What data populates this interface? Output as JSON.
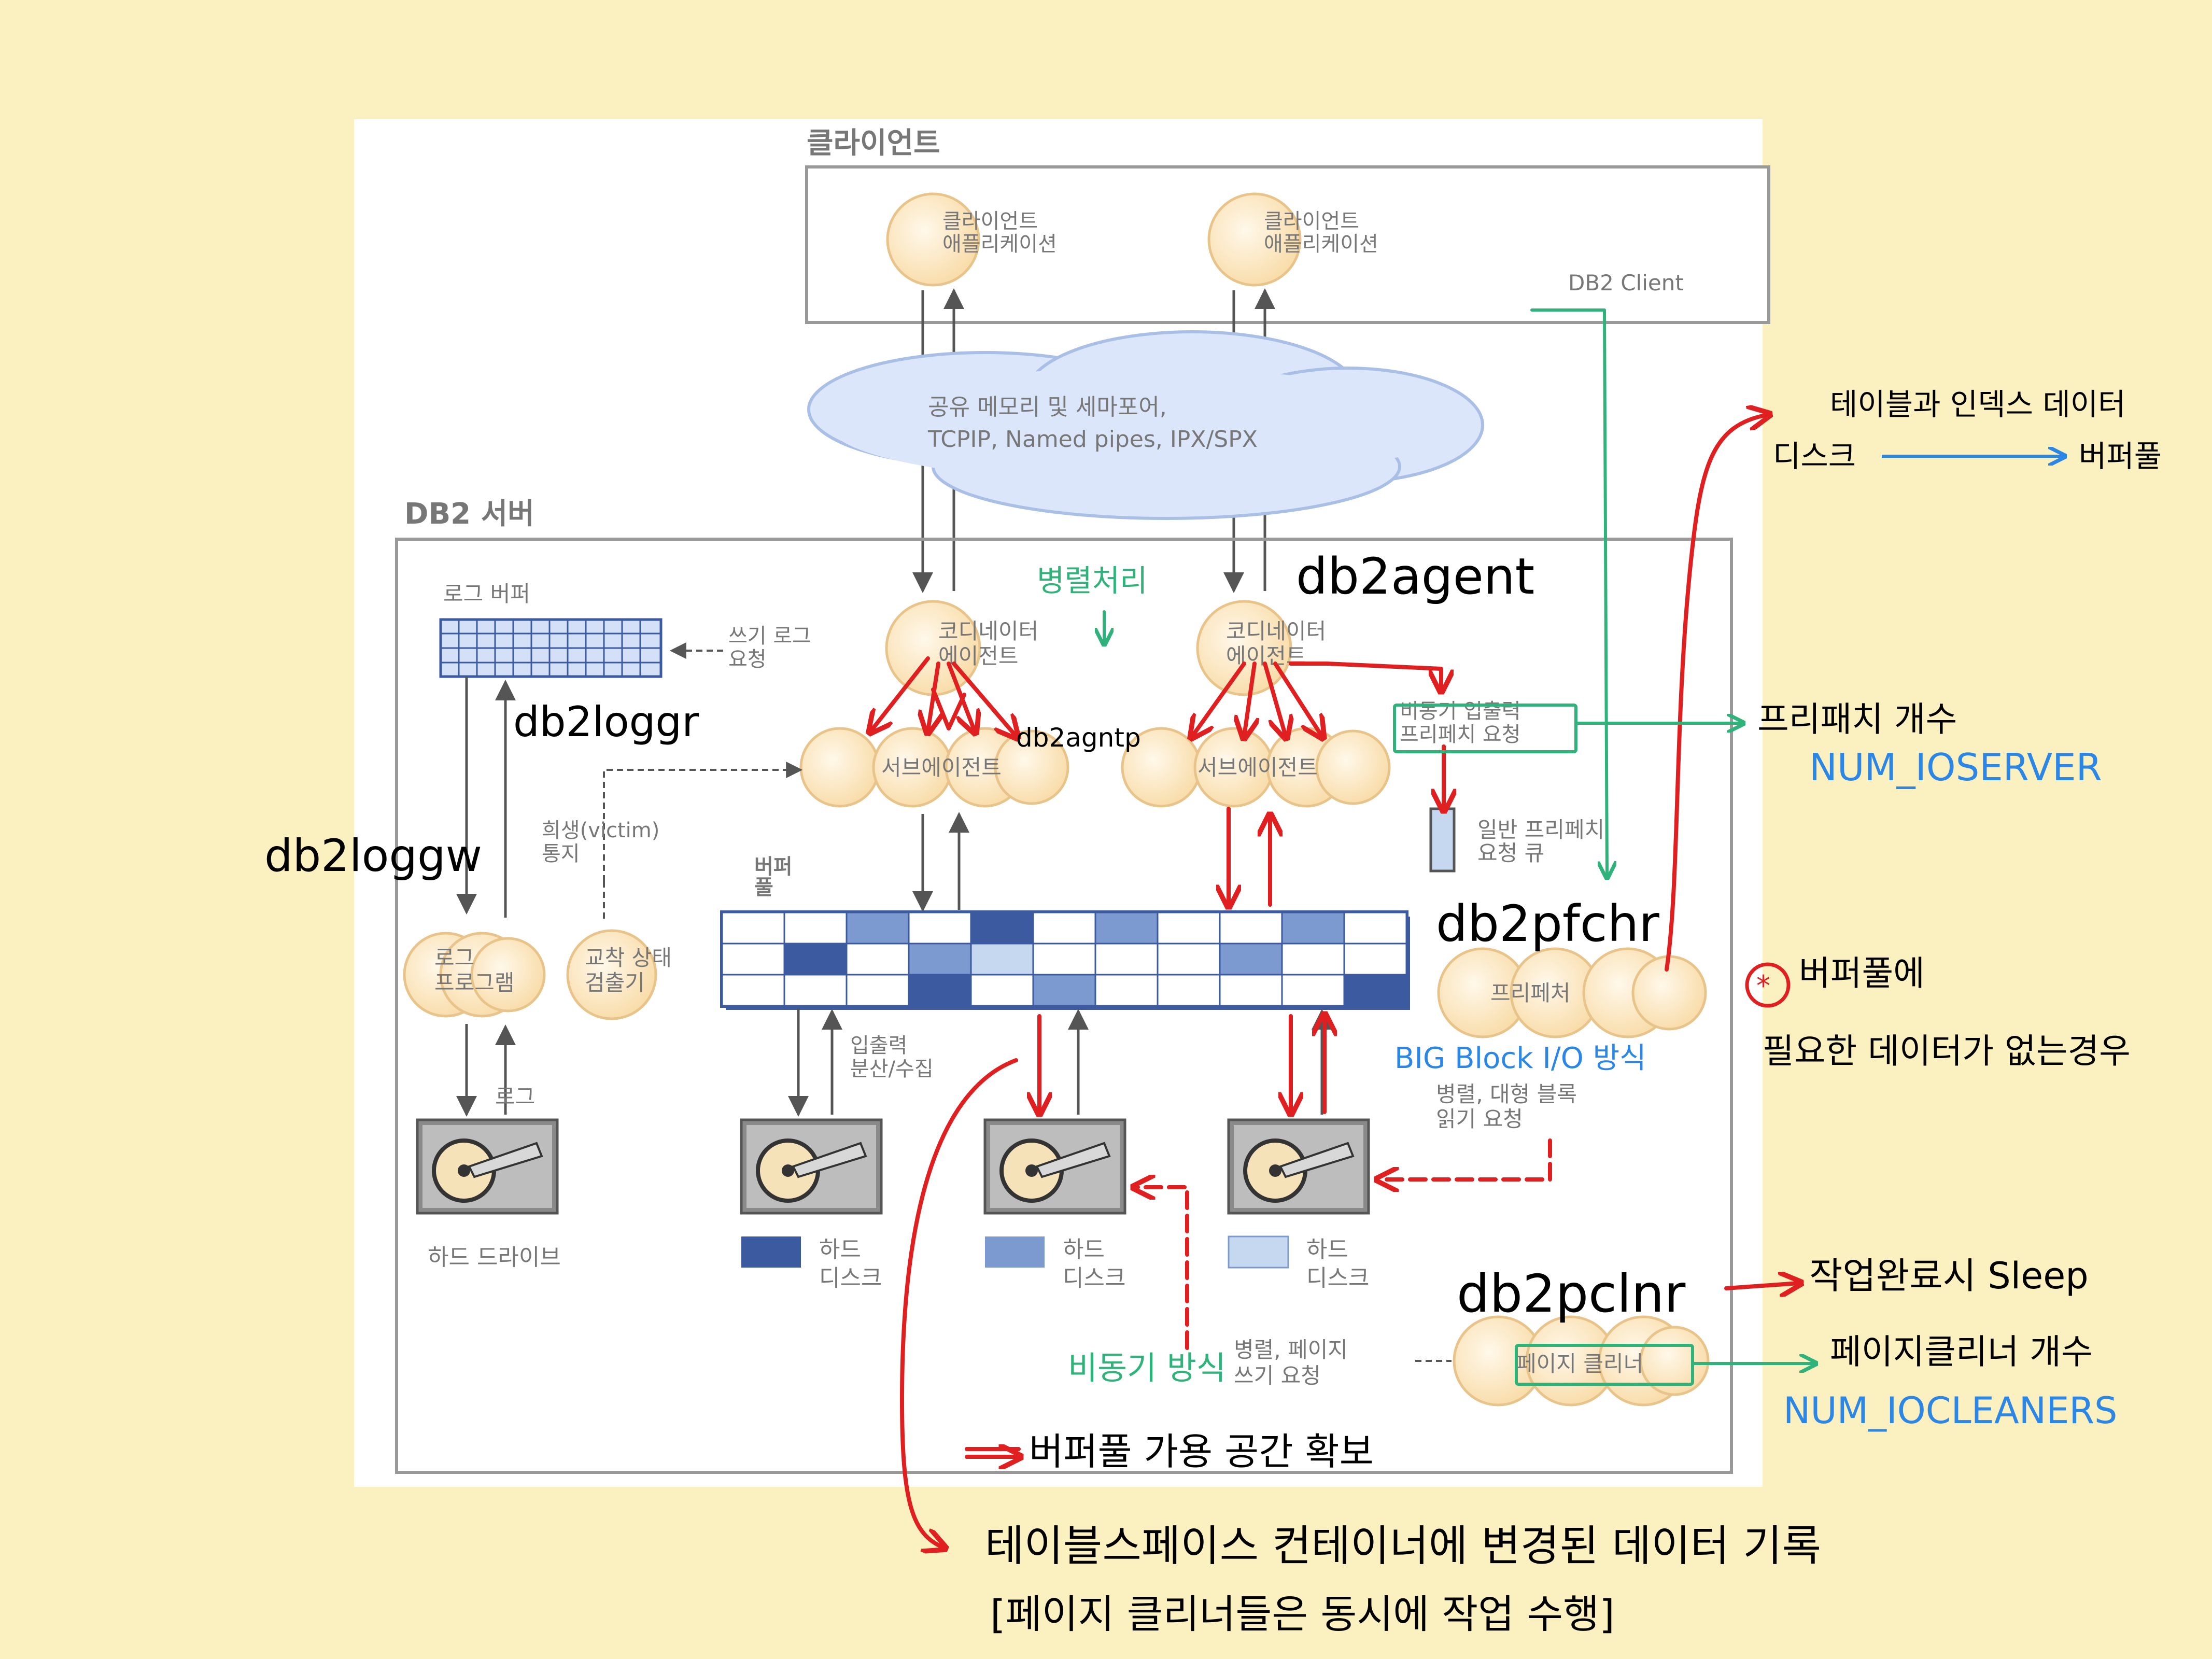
{
  "client": {
    "title": "클라이언트",
    "app_label_1": [
      "클라이언트",
      "애플리케이션"
    ],
    "app_label_2": [
      "클라이언트",
      "애플리케이션"
    ],
    "db2_client": "DB2 Client"
  },
  "cloud": {
    "line1": "공유 메모리 및 세마포어,",
    "line2": "TCPIP, Named pipes, IPX/SPX"
  },
  "server": {
    "title": "DB2 서버",
    "log_buffer": "로그 버퍼",
    "write_log_request": [
      "쓰기 로그",
      "요청"
    ],
    "coord_agent_1": [
      "코디네이터",
      "에이전트"
    ],
    "coord_agent_2": [
      "코디네이터",
      "에이전트"
    ],
    "sub_agent_1": "서브에이전트",
    "sub_agent_2": "서브에이전트",
    "async_prefetch": [
      "비동기 입출력",
      "프리페치 요청"
    ],
    "general_prefetch_queue": [
      "일반 프리페치",
      "요청 큐"
    ],
    "victim_notify": [
      "희생(victim)",
      "통지"
    ],
    "buffer_pool": [
      "버퍼",
      "풀"
    ],
    "log_program": [
      "로그",
      "프로그램"
    ],
    "deadlock_detector": [
      "교착 상태",
      "검출기"
    ],
    "prefetcher": "프리페처",
    "io_scatter": [
      "입출력",
      "분산/수집"
    ],
    "log": "로그",
    "hard_drive": "하드 드라이브",
    "hard_disk_1": [
      "하드",
      "디스크"
    ],
    "hard_disk_2": [
      "하드",
      "디스크"
    ],
    "hard_disk_3": [
      "하드",
      "디스크"
    ],
    "parallel_big_read": [
      "병렬, 대형 블록",
      "읽기 요청"
    ],
    "parallel_page_write": [
      "병렬, 페이지",
      "쓰기 요청"
    ],
    "page_cleaner": "페이지 클리너"
  },
  "annotations": {
    "parallel_processing": "병렬처리",
    "db2agent": "db2agent",
    "db2agntp": "db2agntp",
    "db2loggr": "db2loggr",
    "db2loggw": "db2loggw",
    "db2pfchr": "db2pfchr",
    "db2pclnr": "db2pclnr",
    "table_index_data": "테이블과 인덱스 데이터",
    "disk": "디스크",
    "buffer_pool_note": "버퍼풀",
    "prefetcher_count": "프리패치 개수",
    "num_ioservers": "NUM_IOSERVER",
    "star_buffer_pool": "버퍼풀에",
    "missing_data": "필요한 데이터가 없는경우",
    "big_block_io": "BIG Block I/O 방식",
    "sleep_after_work": "작업완료시 Sleep",
    "page_cleaner_count": "페이지클리너 개수",
    "num_iocleaners": "NUM_IOCLEANERS",
    "async_mode": "비동기 방식",
    "secure_space": "버퍼풀 가용 공간 확보",
    "tablespace_container": "테이블스페이스 컨테이너에 변경된 데이터 기록",
    "simultaneous_work": "[페이지 클리너들은 동시에 작업 수행]"
  },
  "colors": {
    "background": "#fbf0c0",
    "annotation_red": "#e02020",
    "annotation_green": "#2fb37a",
    "annotation_blue": "#2c86e6",
    "agent_fill": "#fde6bd",
    "cloud_fill": "#dbe6fb",
    "block_dark": "#3b5aa0",
    "block_mid": "#7d9ad0",
    "block_light": "#c6d7f0"
  }
}
